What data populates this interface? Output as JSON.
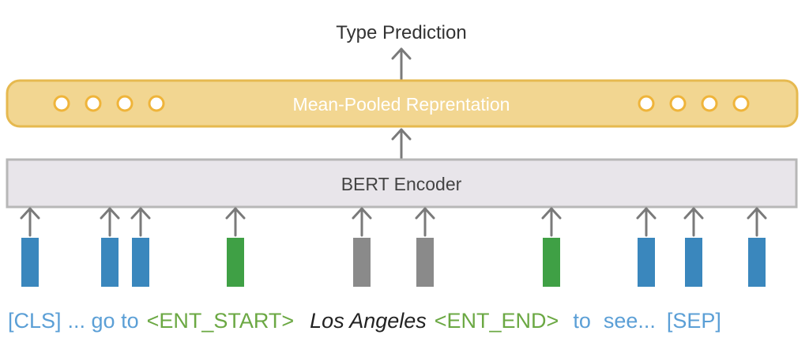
{
  "title": "Type Prediction",
  "pooled_label": "Mean-Pooled Reprentation",
  "encoder_label": "BERT Encoder",
  "colors": {
    "token_blue": "#3a87bd",
    "token_green": "#3fa045",
    "token_gray": "#8a8a8a",
    "pooled_fill": "#f2d691",
    "pooled_border": "#e6b94f",
    "encoder_fill": "#e8e5ea",
    "encoder_border": "#b7b7b7",
    "arrow": "#7a7a7a",
    "text_blue": "#5b9fd6",
    "text_green": "#6ba843",
    "text_dark": "#222222"
  },
  "tokens": [
    {
      "kind": "blue"
    },
    {
      "kind": "blue"
    },
    {
      "kind": "blue"
    },
    {
      "kind": "green"
    },
    {
      "kind": "gray"
    },
    {
      "kind": "gray"
    },
    {
      "kind": "green"
    },
    {
      "kind": "blue"
    },
    {
      "kind": "blue"
    },
    {
      "kind": "blue"
    }
  ],
  "sentence": {
    "cls": "[CLS]",
    "go_to": "... go to",
    "ent_start": "<ENT_START>",
    "los_angeles": "Los Angeles",
    "ent_end": "<ENT_END>",
    "to": "to",
    "see": "see...",
    "sep": "[SEP]"
  }
}
